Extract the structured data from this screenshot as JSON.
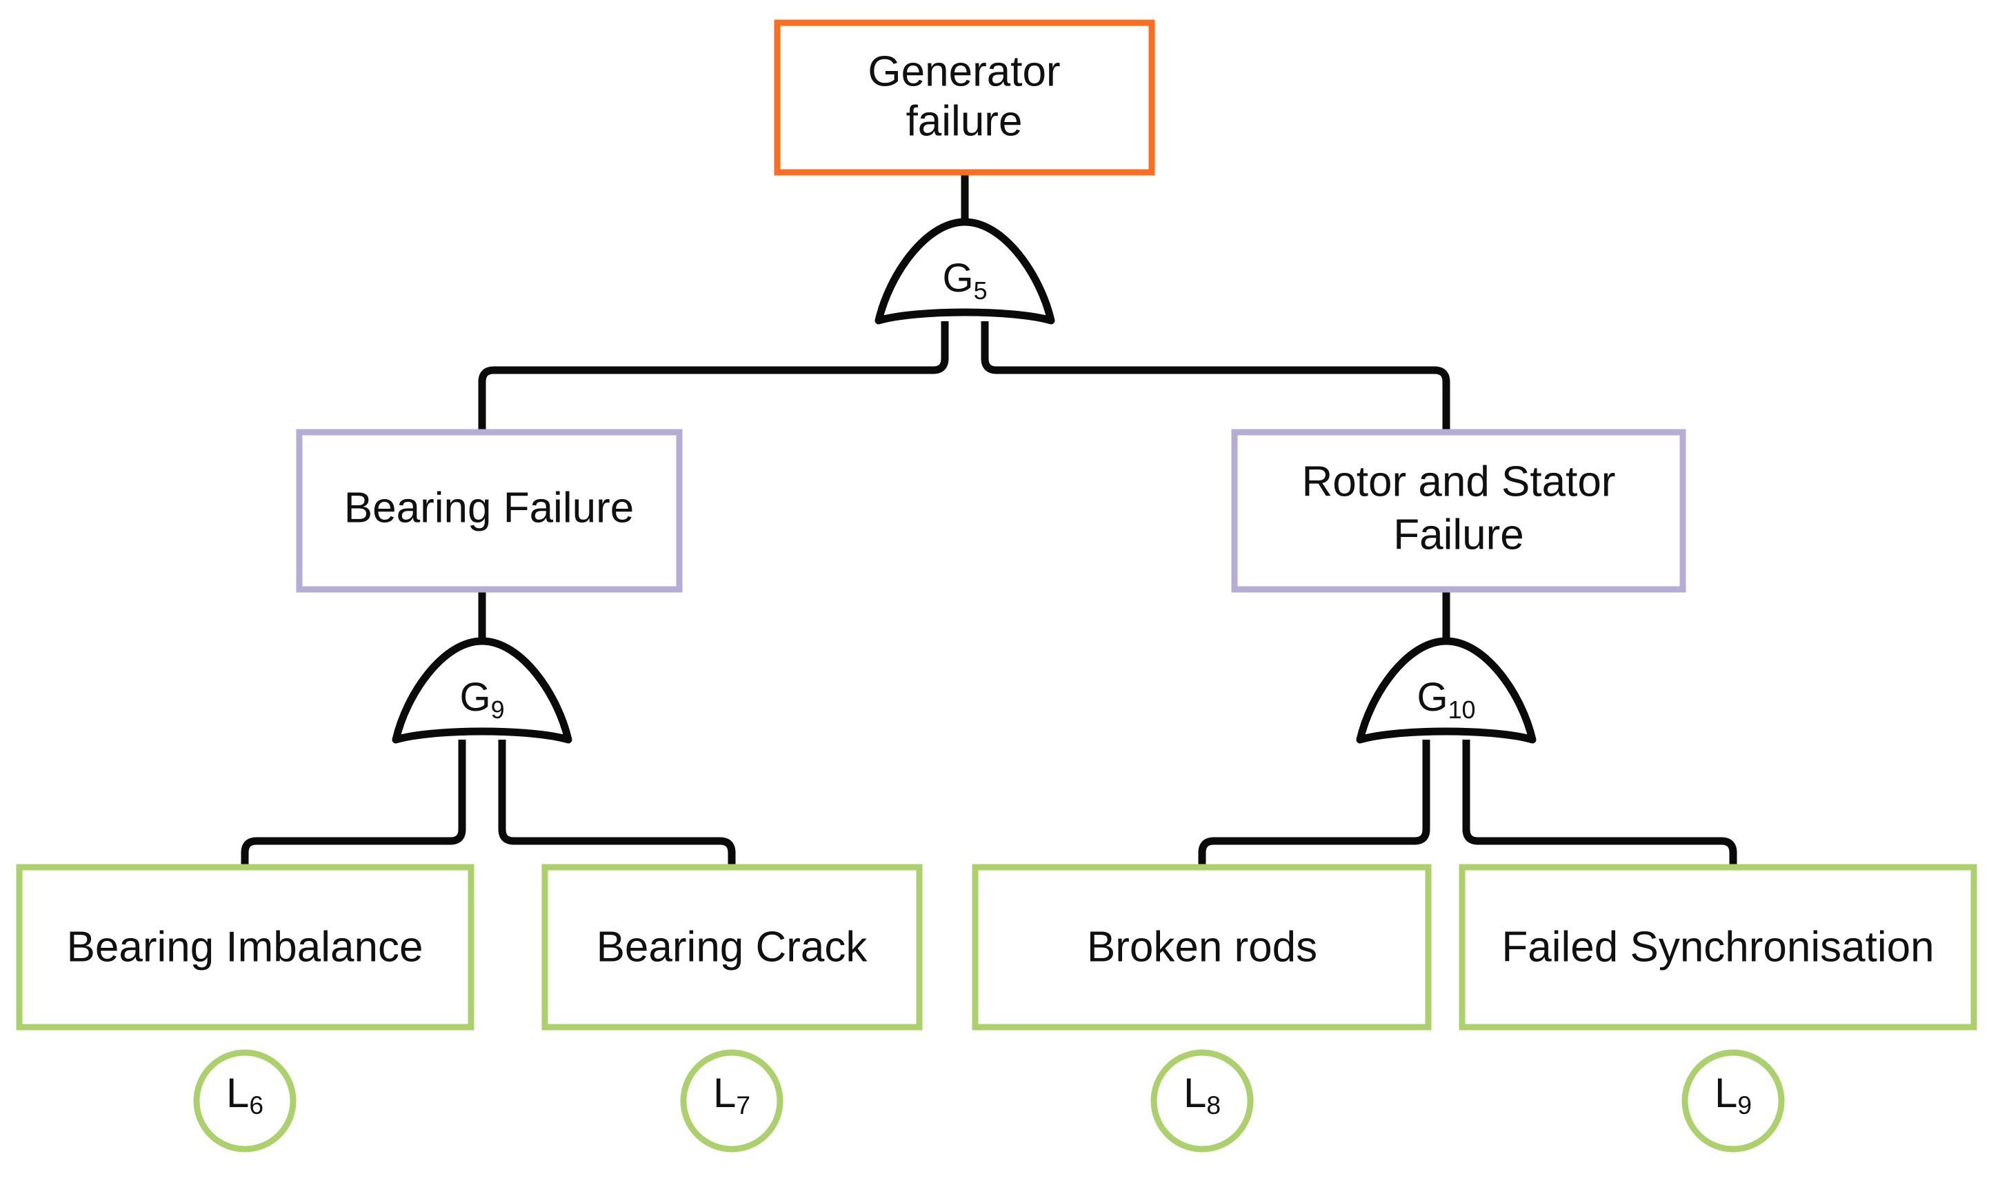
{
  "diagram": {
    "type": "fault-tree",
    "title": "Generator failure fault tree",
    "background": "#ffffff",
    "colors": {
      "top_event_border": "#f96e20",
      "intermediate_border": "#b5add6",
      "basic_event_border": "#acd16c",
      "connector": "#0a0a0a",
      "text": "#101010"
    }
  },
  "nodes": {
    "top_event": {
      "id": "TOP",
      "label_line1": "Generator",
      "label_line2": "failure",
      "shape": "rectangle",
      "border_color": "#f96e20"
    },
    "gates": [
      {
        "id": "G5",
        "letter": "G",
        "index": "5",
        "type": "OR"
      },
      {
        "id": "G9",
        "letter": "G",
        "index": "9",
        "type": "OR"
      },
      {
        "id": "G10",
        "letter": "G",
        "index": "10",
        "type": "OR"
      }
    ],
    "intermediate_events": [
      {
        "id": "IE1",
        "label_line1": "Bearing Failure",
        "label_line2": "",
        "shape": "rectangle",
        "border_color": "#b5add6"
      },
      {
        "id": "IE2",
        "label_line1": "Rotor and Stator",
        "label_line2": "Failure",
        "shape": "rectangle",
        "border_color": "#b5add6"
      }
    ],
    "basic_events": [
      {
        "id": "BE1",
        "label": "Bearing Imbalance",
        "shape": "rectangle",
        "border_color": "#acd16c",
        "circle": {
          "letter": "L",
          "index": "6"
        }
      },
      {
        "id": "BE2",
        "label": "Bearing Crack",
        "shape": "rectangle",
        "border_color": "#acd16c",
        "circle": {
          "letter": "L",
          "index": "7"
        }
      },
      {
        "id": "BE3",
        "label": "Broken rods",
        "shape": "rectangle",
        "border_color": "#acd16c",
        "circle": {
          "letter": "L",
          "index": "8"
        }
      },
      {
        "id": "BE4",
        "label": "Failed Synchronisation",
        "shape": "rectangle",
        "border_color": "#acd16c",
        "circle": {
          "letter": "L",
          "index": "9"
        }
      }
    ]
  },
  "edges": [
    {
      "from": "TOP",
      "to": "G5"
    },
    {
      "from": "G5",
      "to": "IE1"
    },
    {
      "from": "G5",
      "to": "IE2"
    },
    {
      "from": "IE1",
      "to": "G9"
    },
    {
      "from": "IE2",
      "to": "G10"
    },
    {
      "from": "G9",
      "to": "BE1"
    },
    {
      "from": "G9",
      "to": "BE2"
    },
    {
      "from": "G10",
      "to": "BE3"
    },
    {
      "from": "G10",
      "to": "BE4"
    }
  ]
}
